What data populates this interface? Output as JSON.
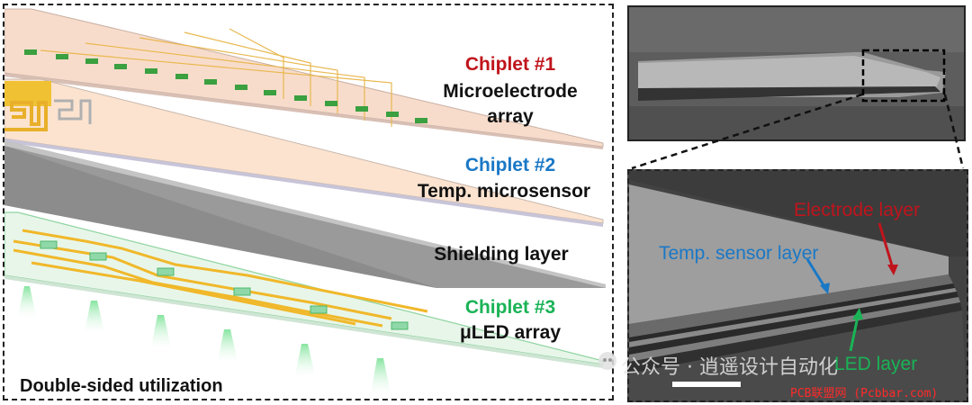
{
  "left_panel": {
    "chiplet1": {
      "tag": "Chiplet #1",
      "line1": "Microelectrode",
      "line2": "array"
    },
    "chiplet2": {
      "tag": "Chiplet #2",
      "line1": "Temp. microsensor"
    },
    "shielding": {
      "label": "Shielding layer"
    },
    "chiplet3": {
      "tag": "Chiplet #3",
      "line1": "μLED array"
    },
    "bottom_caption": "Double-sided utilization"
  },
  "sem_zoom": {
    "electrode_label": "Electrode layer",
    "temp_label": "Temp. sensor layer",
    "led_label": "LED layer"
  },
  "watermark": {
    "main": "公众号 · 逍遥设计自动化",
    "sub": "PCB联盟网 (Pcbbar.com)"
  },
  "colors": {
    "chiplet1": "#c0141c",
    "chiplet2": "#1a78c6",
    "chiplet3": "#1ab356",
    "electrode_arrow": "#c0141c",
    "temp_arrow": "#1a78c6",
    "led_arrow": "#1ab356"
  }
}
